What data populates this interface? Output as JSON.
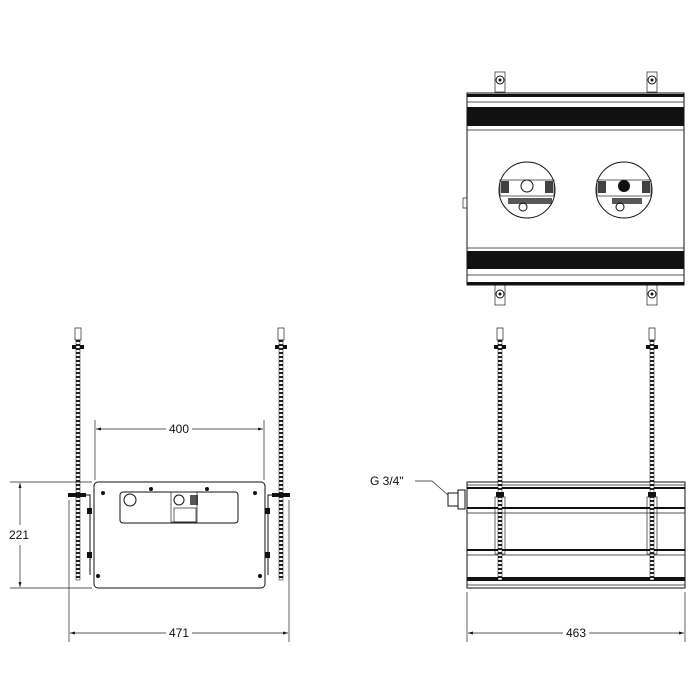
{
  "dimensions": {
    "mount_spacing": "400",
    "height": "221",
    "overall_width_front": "471",
    "overall_width_side": "463"
  },
  "annotations": {
    "connection_thread": "G 3/4\""
  },
  "colors": {
    "line": "#111111",
    "background": "#ffffff"
  }
}
